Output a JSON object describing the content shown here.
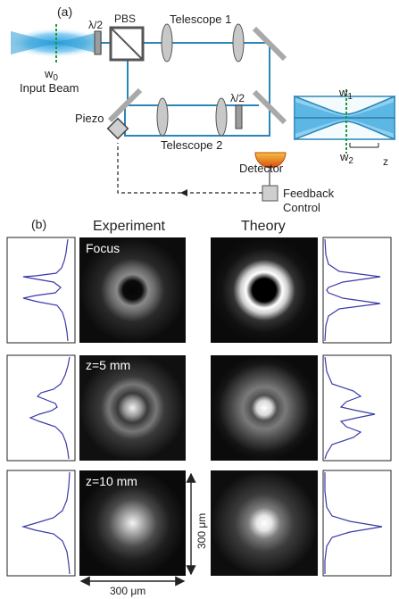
{
  "part_a": {
    "panel_label": "(a)",
    "input_waist_label": "w",
    "input_waist_sub": "0",
    "input_beam_label": "Input Beam",
    "half_wave_1": "λ/2",
    "pbs_label": "PBS",
    "telescope1_label": "Telescope 1",
    "half_wave_2": "λ/2",
    "piezo_label": "Piezo",
    "telescope2_label": "Telescope 2",
    "detector_label": "Detector",
    "feedback_line1": "Feedback",
    "feedback_line2": "Control",
    "w1_label": "w",
    "w1_sub": "1",
    "w2_label": "w",
    "w2_sub": "2",
    "z_axis_label": "z"
  },
  "part_b": {
    "panel_label": "(b)",
    "experiment_header": "Experiment",
    "theory_header": "Theory",
    "rows": [
      {
        "label": "Focus"
      },
      {
        "label": "z=5 mm"
      },
      {
        "label": "z=10 mm"
      }
    ],
    "vertical_scale": "300 μm",
    "horizontal_scale": "300 μm"
  },
  "colors": {
    "beam_blue": "#2a86b8",
    "profile_line": "#3a3aa8",
    "optic_grey": "#9c9c9c",
    "detector_orange": "#e8731a"
  }
}
